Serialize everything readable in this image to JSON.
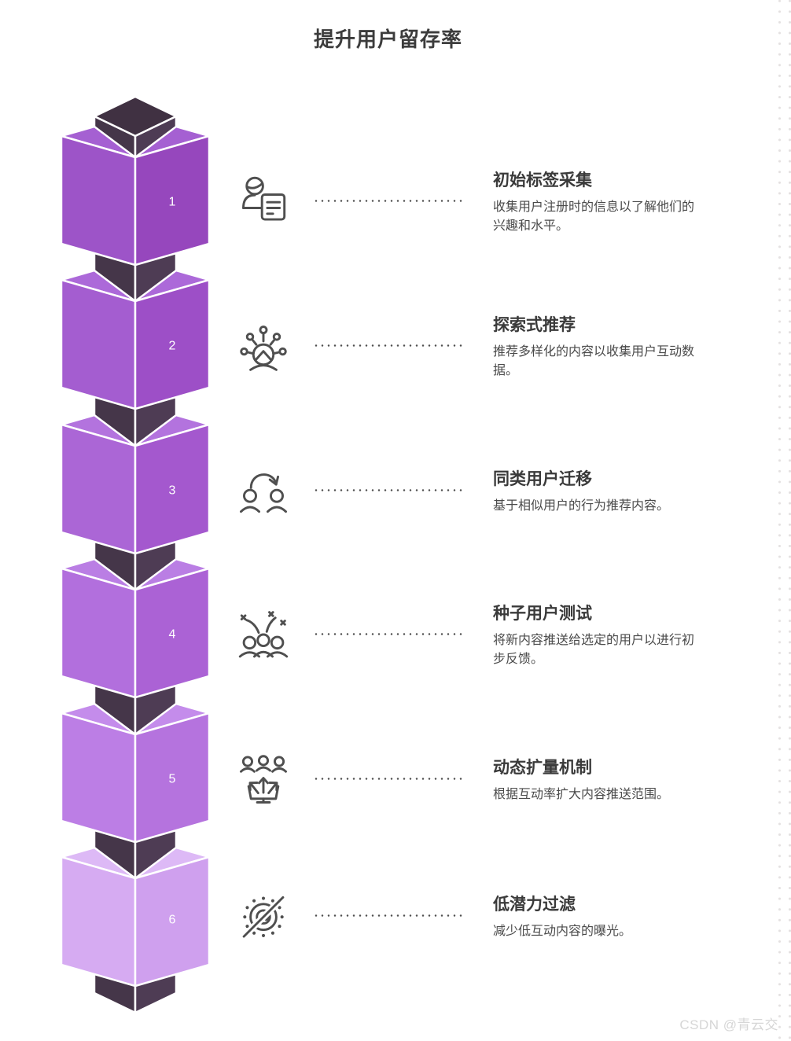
{
  "title": "提升用户留存率",
  "watermark": "CSDN @青云交",
  "colors": {
    "background": "#ffffff",
    "title_text": "#3c3c3c",
    "step_title_text": "#3a3a3a",
    "step_desc_text": "#4a4a4a",
    "icon_stroke": "#4f4f4f",
    "connector_dot": "#4f4f4f",
    "dot_grid": "#e4e1e1",
    "block_number_text": "#ffffff",
    "column": {
      "top": "#403142",
      "left": "#453649",
      "right": "#4e3c54"
    }
  },
  "steps": [
    {
      "number": "1",
      "title": "初始标签采集",
      "description": "收集用户注册时的信息以了解他们的兴趣和水平。",
      "icon": "user-profile-card",
      "block": {
        "top": "#a560d2",
        "left": "#9d54c8",
        "right": "#9647bd"
      }
    },
    {
      "number": "2",
      "title": "探索式推荐",
      "description": "推荐多样化的内容以收集用户互动数据。",
      "icon": "idea-network-user",
      "block": {
        "top": "#ac69d9",
        "left": "#a45dd0",
        "right": "#9d4fc7"
      }
    },
    {
      "number": "3",
      "title": "同类用户迁移",
      "description": "基于相似用户的行为推荐内容。",
      "icon": "user-migration-arrow",
      "block": {
        "top": "#b373de",
        "left": "#ab66d6",
        "right": "#a458ce"
      }
    },
    {
      "number": "4",
      "title": "种子用户测试",
      "description": "将新内容推送给选定的用户以进行初步反馈。",
      "icon": "audience-sparkles",
      "block": {
        "top": "#ba7ee4",
        "left": "#b26fdd",
        "right": "#ab62d5"
      }
    },
    {
      "number": "5",
      "title": "动态扩量机制",
      "description": "根据互动率扩大内容推送范围。",
      "icon": "broadcast-expand-screen",
      "block": {
        "top": "#c48ceb",
        "left": "#bc7ee5",
        "right": "#b573de"
      }
    },
    {
      "number": "6",
      "title": "低潜力过滤",
      "description": "减少低互动内容的曝光。",
      "icon": "visibility-off-radar",
      "block": {
        "top": "#ddb9f6",
        "left": "#d6abf2",
        "right": "#cfa0ee"
      }
    }
  ]
}
